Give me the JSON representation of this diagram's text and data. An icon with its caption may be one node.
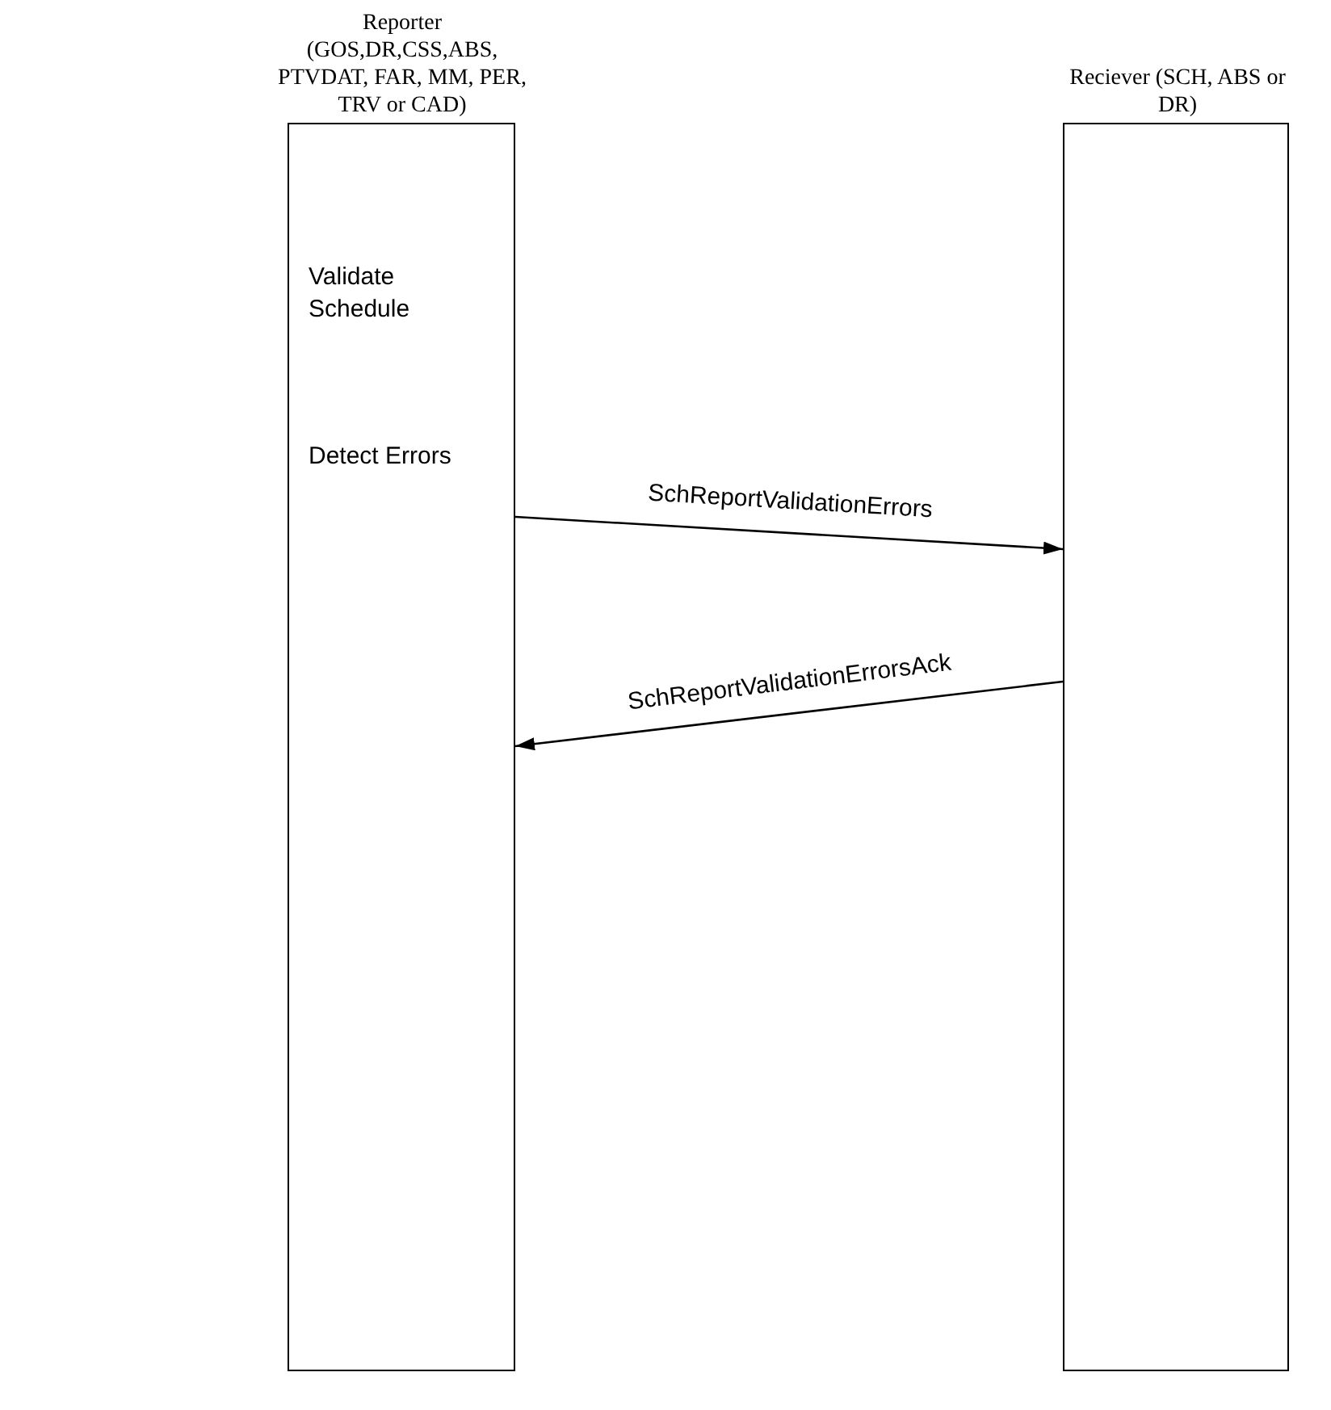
{
  "diagram": {
    "nodes": [
      {
        "text": [
          "Reporter (GOS,DR,CSS,ABS, PTVDAT, FAR, MM, PER, TRV or CAD)",
          "Validate Schedule",
          "Detect Errors"
        ]
      },
      {
        "text": [
          "Reciever (SCH, ABS or DR)"
        ]
      }
    ],
    "edges": [
      {
        "from": 0,
        "to": 1,
        "arrow": "to",
        "label": "SchReportValidationErrors"
      },
      {
        "from": 1,
        "to": 0,
        "arrow": "to",
        "label": "SchReportValidationErrorsAck"
      }
    ]
  }
}
